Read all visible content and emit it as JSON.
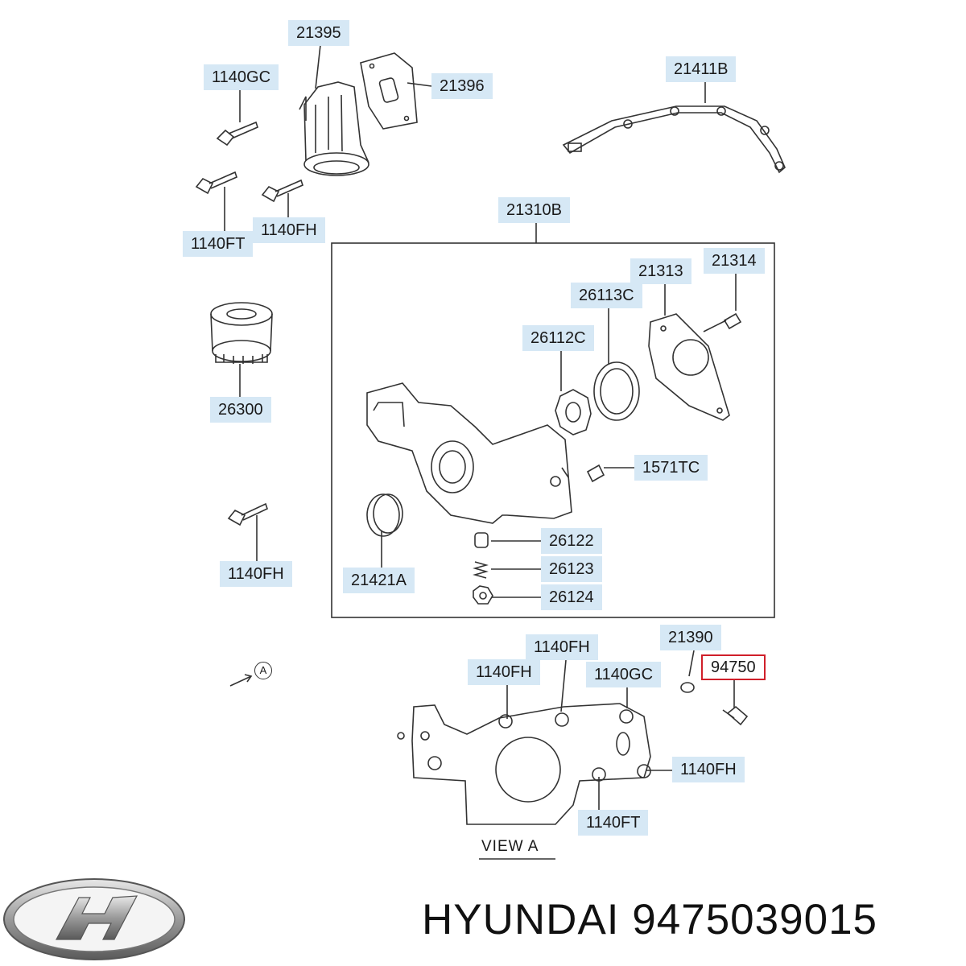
{
  "labels": {
    "l21395": "21395",
    "l1140gc_top": "1140GC",
    "l21396": "21396",
    "l21411b": "21411B",
    "l1140ft_top": "1140FT",
    "l1140fh_top": "1140FH",
    "l21310b": "21310B",
    "l21313": "21313",
    "l21314": "21314",
    "l26113c": "26113C",
    "l26112c": "26112C",
    "l26300": "26300",
    "l1571tc": "1571TC",
    "l1140fh_mid": "1140FH",
    "l21421a": "21421A",
    "l26122": "26122",
    "l26123": "26123",
    "l26124": "26124",
    "l21390": "21390",
    "l1140fh_va1": "1140FH",
    "l1140fh_va2": "1140FH",
    "l1140gc_va": "1140GC",
    "l94750": "94750",
    "l1140fh_va3": "1140FH",
    "l1140ft_va": "1140FT"
  },
  "view_label": "VIEW   A",
  "view_marker": "A",
  "footer": {
    "brand": "HYUNDAI",
    "part_number": "9475039015"
  },
  "highlight_part": "94750",
  "colors": {
    "label_bg": "#d6e8f5",
    "highlight_border": "#d01f2a",
    "line": "#333333"
  }
}
